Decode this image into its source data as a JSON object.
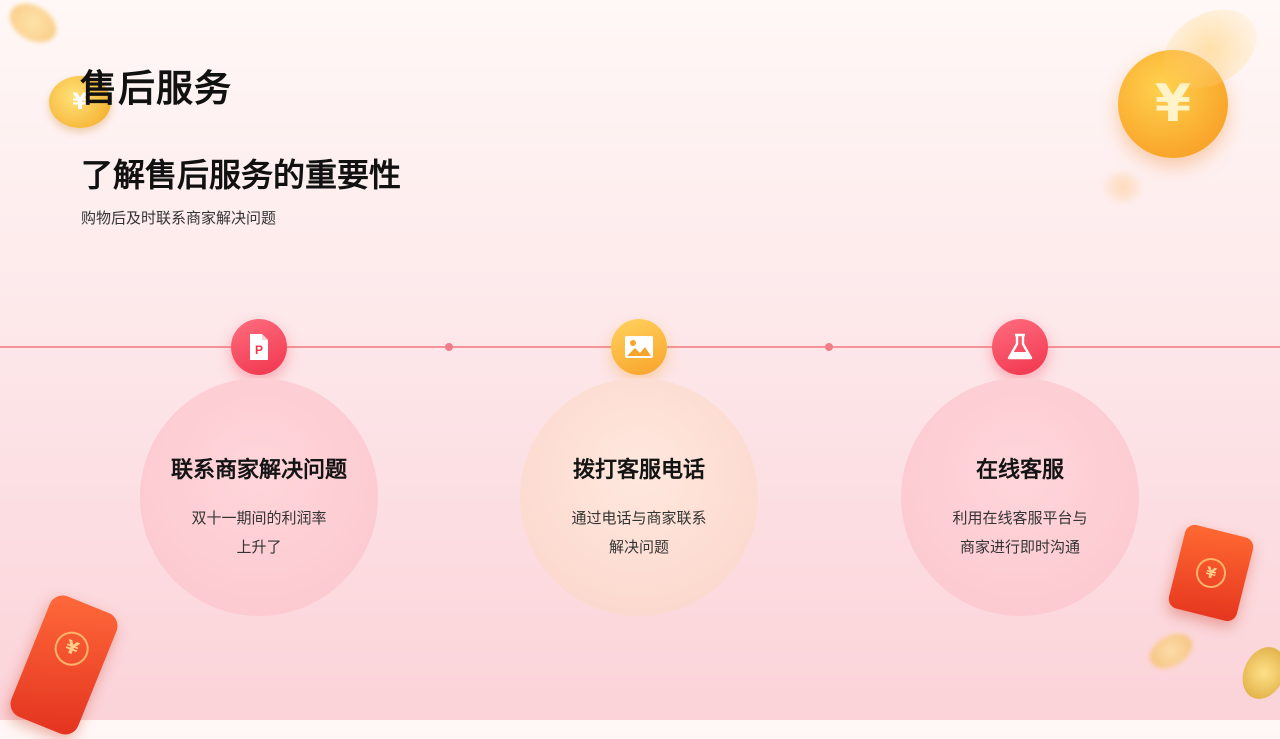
{
  "page": {
    "title": "售后服务",
    "subtitle": "了解售后服务的重要性",
    "caption": "购物后及时联系商家解决问题"
  },
  "steps": [
    {
      "icon": "presentation-file-icon",
      "title": "联系商家解决问题",
      "desc_line1": "双十一期间的利润率",
      "desc_line2": "上升了",
      "accent": "#f0354d"
    },
    {
      "icon": "image-icon",
      "title": "拨打客服电话",
      "desc_line1": "通过电话与商家联系",
      "desc_line2": "解决问题",
      "accent": "#f8a32a"
    },
    {
      "icon": "flask-icon",
      "title": "在线客服",
      "desc_line1": "利用在线客服平台与",
      "desc_line2": "商家进行即时沟通",
      "accent": "#f0354d"
    }
  ],
  "decorations": {
    "coin_symbol": "¥",
    "colors": {
      "coin": "#f8b02a",
      "red_packet": "#ef4a2a",
      "timeline": "#f3949a"
    }
  }
}
